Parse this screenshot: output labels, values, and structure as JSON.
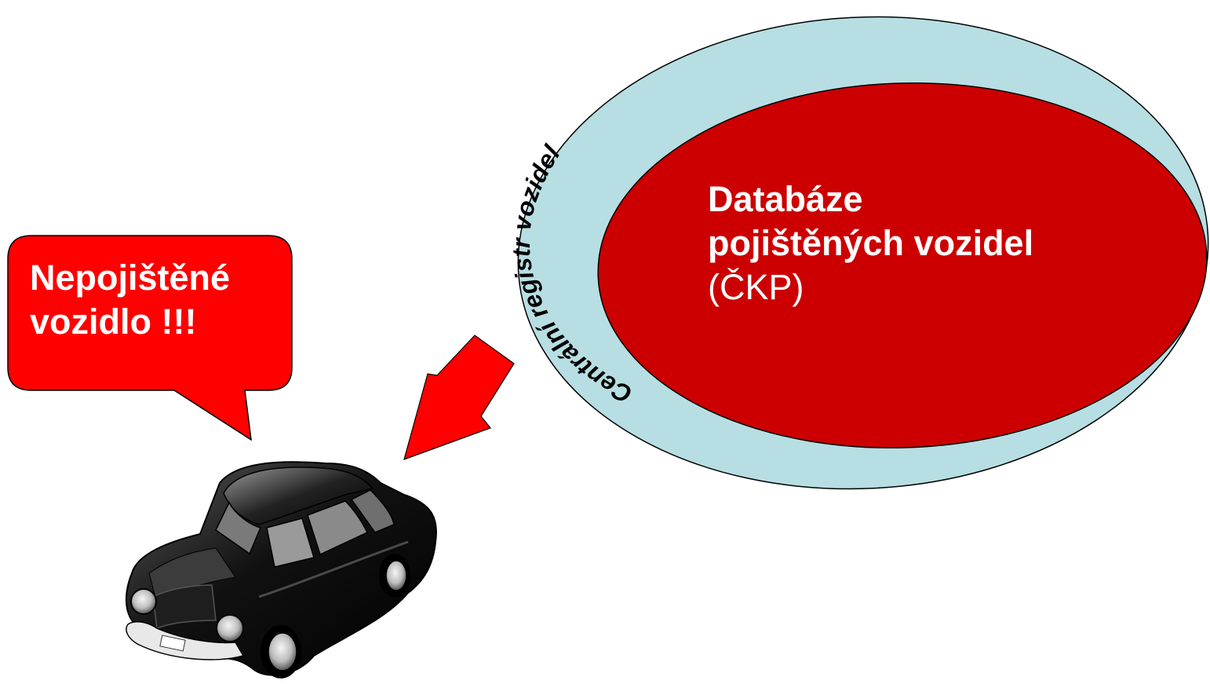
{
  "speech_bubble": {
    "line1": "Nepojištěné",
    "line2": "vozidlo !!!"
  },
  "registry": {
    "label": "Centrální registr vozidel"
  },
  "database": {
    "line1": "Databáze",
    "line2": "pojištěných vozidel",
    "line3": "(ČKP)"
  },
  "icons": {
    "car": "car-icon",
    "arrow": "arrow-icon"
  },
  "colors": {
    "bubble_fill": "#ff0000",
    "database_fill": "#cc0000",
    "registry_fill": "#b7dee2",
    "arrow_fill": "#ff0000",
    "car_body": "#1a1a1a"
  }
}
